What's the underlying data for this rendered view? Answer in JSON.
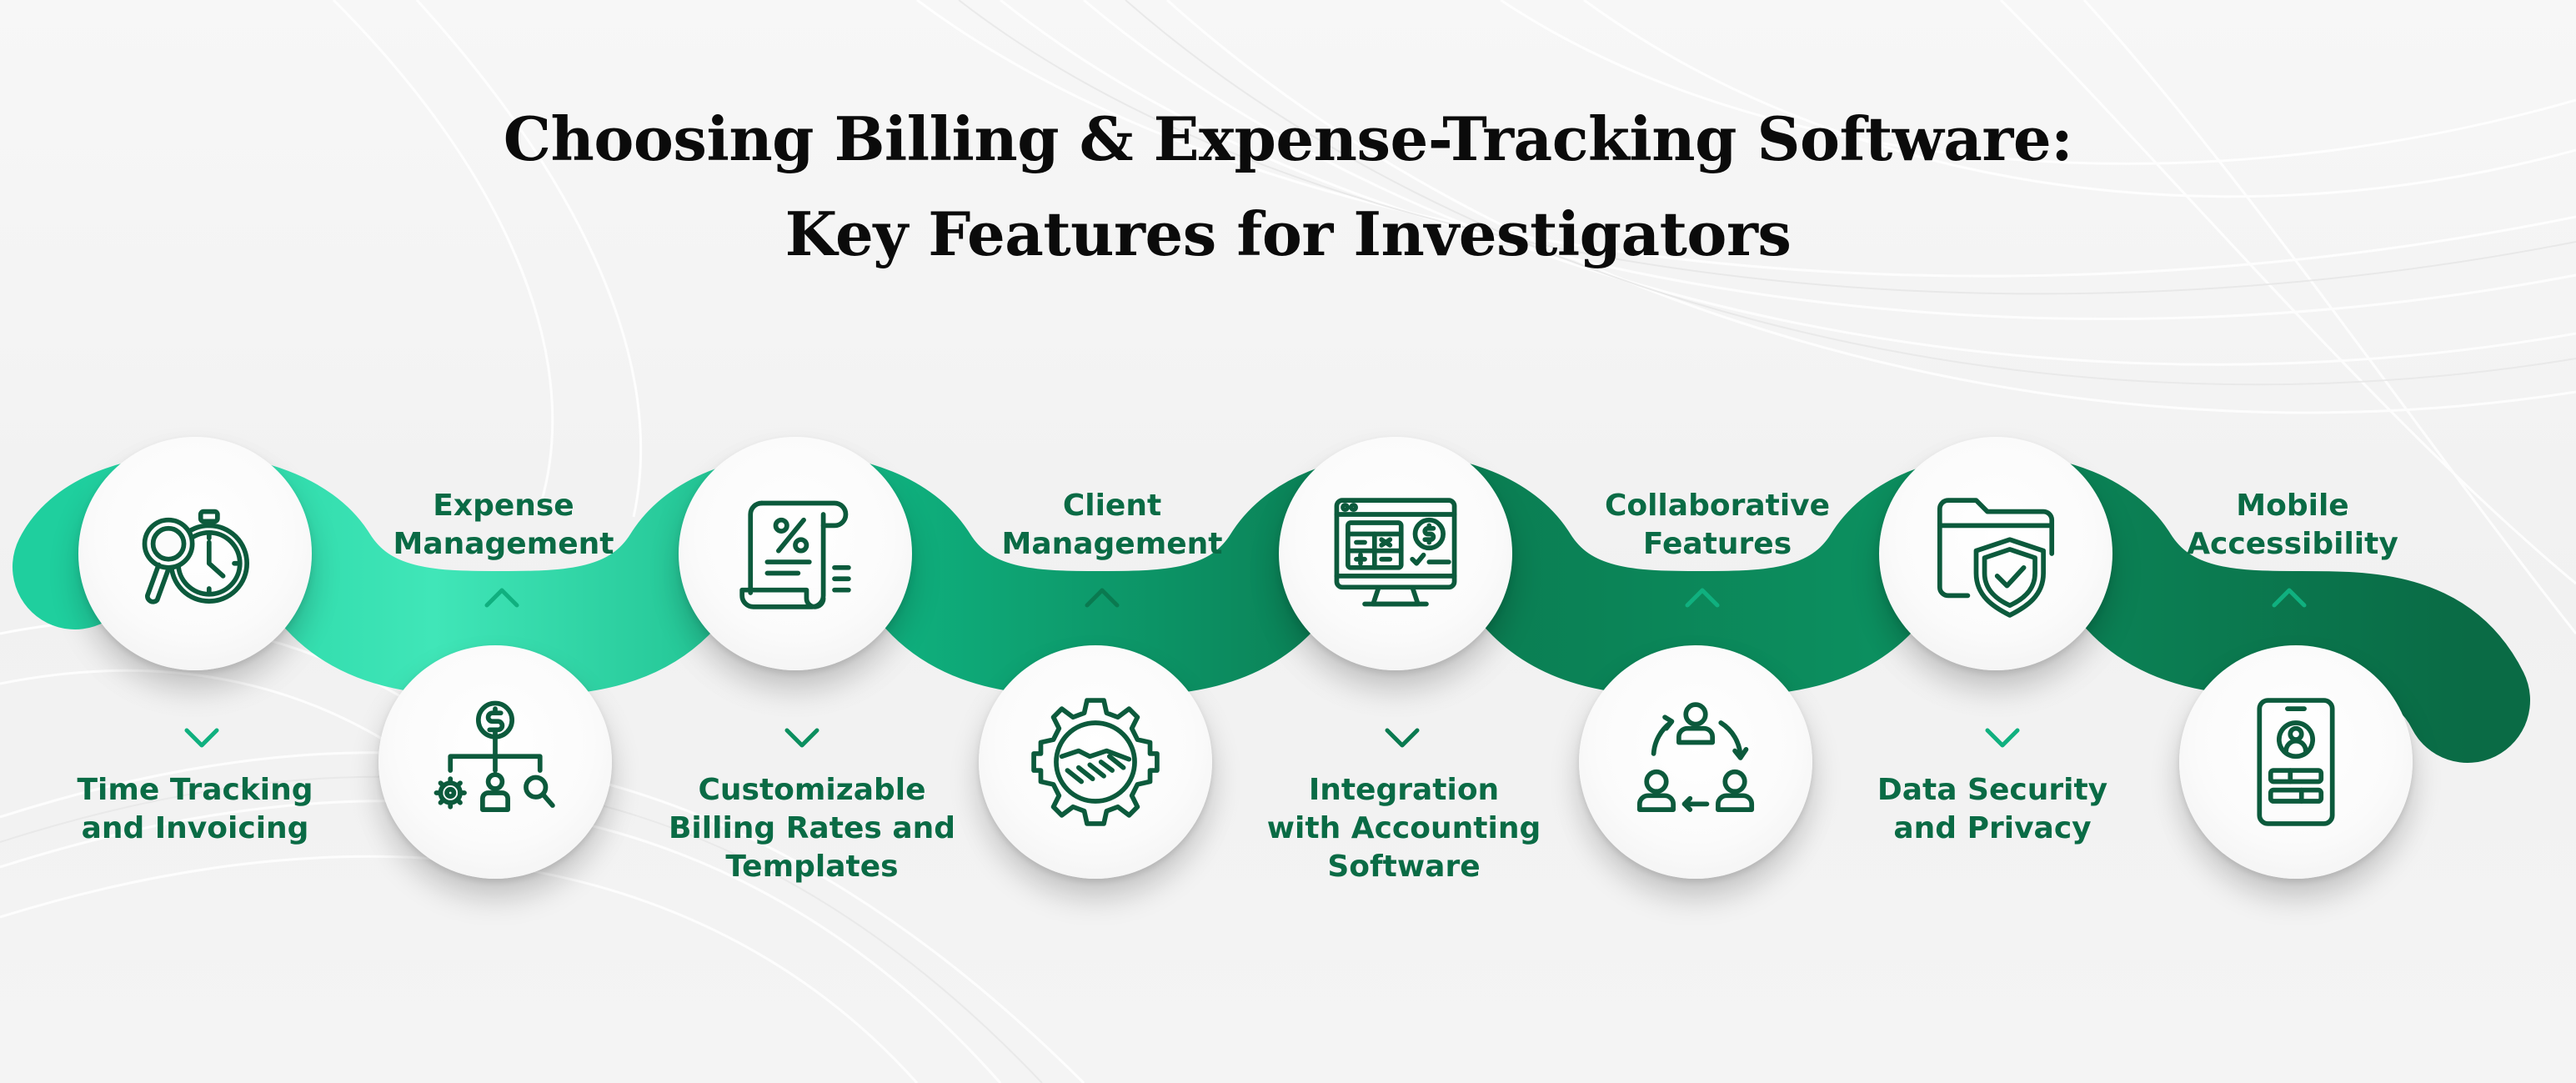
{
  "title": {
    "line1": "Choosing Billing & Expense-Tracking Software:",
    "line2": "Key Features for Investigators"
  },
  "colors": {
    "brand_dark": "#0a6b45",
    "brand_mid": "#10b07f",
    "brand_light": "#3ee3b6",
    "icon_stroke": "#0c5a3c",
    "title_text": "#0b0b0b"
  },
  "steps": [
    {
      "label_lines": [
        "Time Tracking",
        "and Invoicing"
      ],
      "icon": "stopwatch-magnifier-icon",
      "row": "top"
    },
    {
      "label_lines": [
        "Expense",
        "Management"
      ],
      "icon": "dollar-org-chart-icon",
      "row": "bottom"
    },
    {
      "label_lines": [
        "Customizable",
        "Billing Rates and",
        "Templates"
      ],
      "icon": "percent-document-icon",
      "row": "top"
    },
    {
      "label_lines": [
        "Client",
        "Management"
      ],
      "icon": "handshake-gear-icon",
      "row": "bottom"
    },
    {
      "label_lines": [
        "Integration",
        "with Accounting",
        "Software"
      ],
      "icon": "accounting-monitor-icon",
      "row": "top"
    },
    {
      "label_lines": [
        "Collaborative",
        "Features"
      ],
      "icon": "team-cycle-icon",
      "row": "bottom"
    },
    {
      "label_lines": [
        "Data Security",
        "and Privacy"
      ],
      "icon": "shield-folder-icon",
      "row": "top"
    },
    {
      "label_lines": [
        "Mobile",
        "Accessibility"
      ],
      "icon": "mobile-profile-icon",
      "row": "bottom"
    }
  ]
}
